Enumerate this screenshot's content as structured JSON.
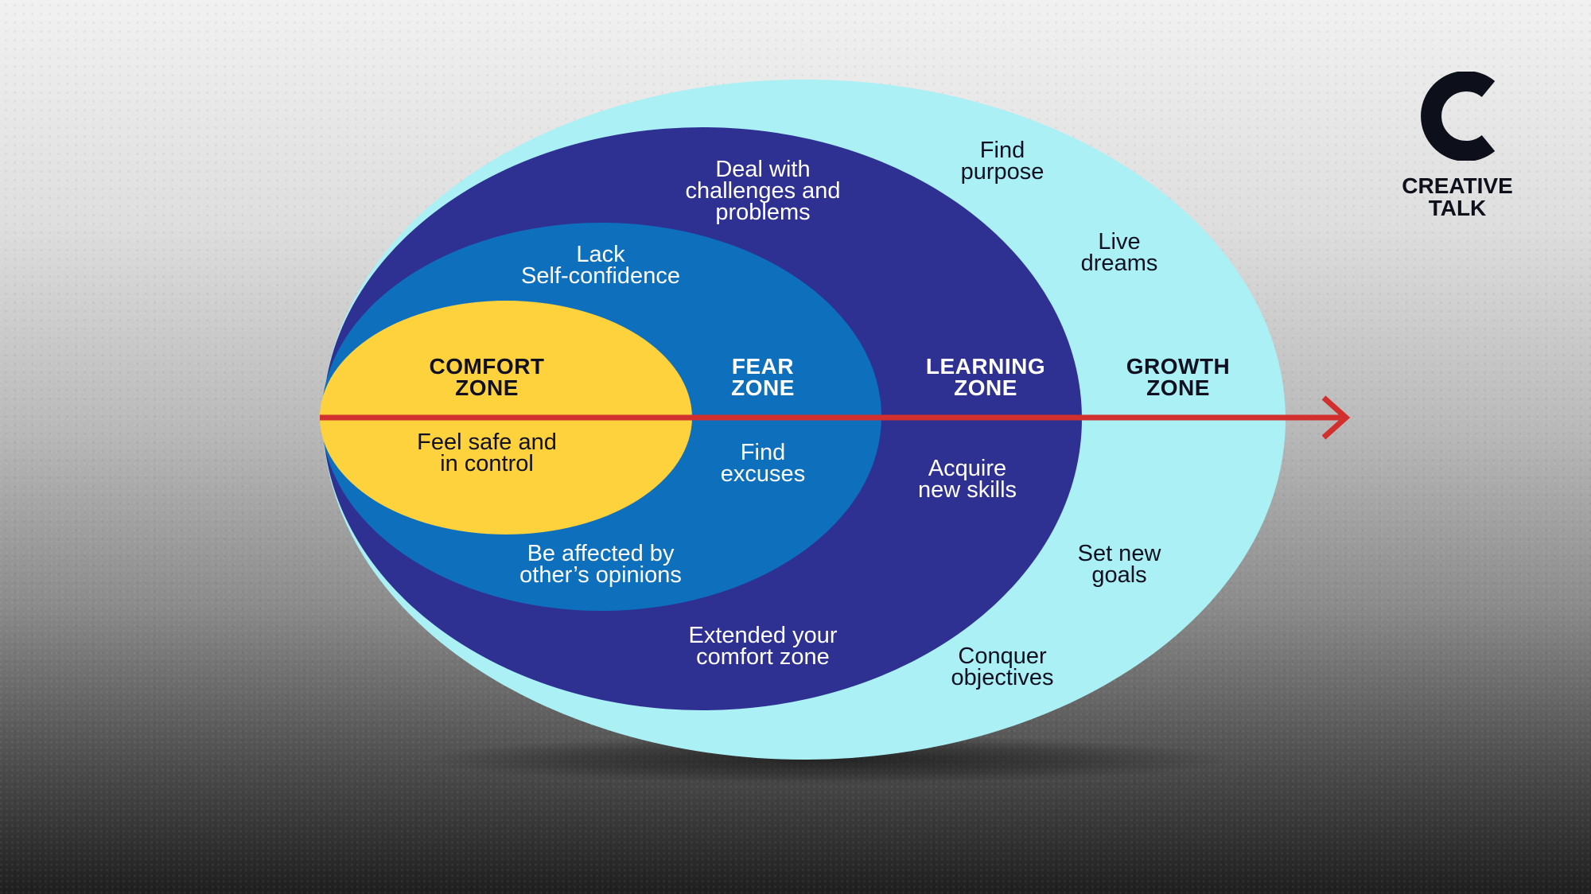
{
  "brand": {
    "logo_text": "CREATIVE\nTALK",
    "logo_letter": "C"
  },
  "colors": {
    "growth": "#aaf0f5",
    "learning": "#2e3192",
    "fear": "#0e6fbd",
    "comfort": "#fdd23d",
    "arrow": "#d2302f"
  },
  "zones": {
    "comfort": {
      "title": "COMFORT\nZONE",
      "items": [
        "Feel safe and\nin control"
      ]
    },
    "fear": {
      "title": "FEAR\nZONE",
      "items": [
        "Lack\nSelf-confidence",
        "Find\nexcuses",
        "Be affected by\nother’s opinions"
      ]
    },
    "learning": {
      "title": "LEARNING\nZONE",
      "items": [
        "Deal with\nchallenges and\nproblems",
        "Acquire\nnew skills",
        "Extended your\ncomfort zone"
      ]
    },
    "growth": {
      "title": "GROWTH\nZONE",
      "items": [
        "Find\npurpose",
        "Live\ndreams",
        "Set new\ngoals",
        "Conquer\nobjectives"
      ]
    }
  }
}
